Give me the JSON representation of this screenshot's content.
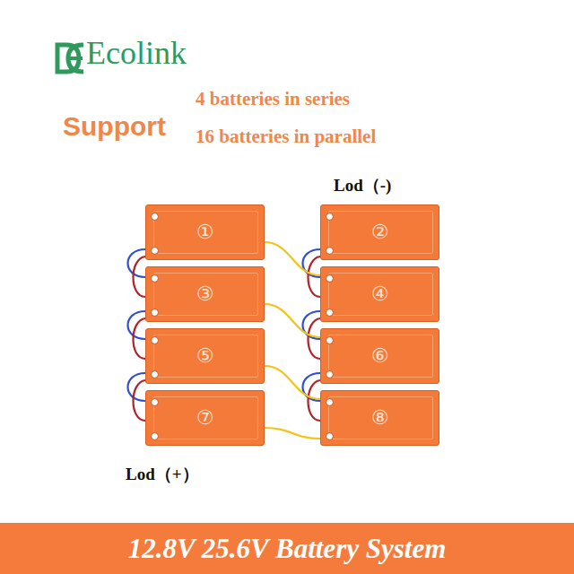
{
  "diagram": {
    "caption": "12.8V 25.6V Battery System",
    "nodes": [
      {
        "text": [
          "①"
        ]
      },
      {
        "text": [
          "②"
        ]
      },
      {
        "text": [
          "③"
        ]
      },
      {
        "text": [
          "④"
        ]
      },
      {
        "text": [
          "⑤"
        ]
      },
      {
        "text": [
          "⑥"
        ]
      },
      {
        "text": [
          "⑦"
        ]
      },
      {
        "text": [
          "⑧"
        ]
      }
    ],
    "edges": [
      {
        "from": 0,
        "to": 2,
        "arrow": "none"
      },
      {
        "from": 2,
        "to": 4,
        "arrow": "none"
      },
      {
        "from": 4,
        "to": 6,
        "arrow": "none"
      },
      {
        "from": 1,
        "to": 3,
        "arrow": "none"
      },
      {
        "from": 3,
        "to": 5,
        "arrow": "none"
      },
      {
        "from": 5,
        "to": 7,
        "arrow": "none"
      },
      {
        "from": 0,
        "to": 3,
        "arrow": "none"
      },
      {
        "from": 2,
        "to": 5,
        "arrow": "none"
      },
      {
        "from": 4,
        "to": 7,
        "arrow": "none"
      },
      {
        "from": 6,
        "to": 7,
        "arrow": "none"
      }
    ],
    "labels": [
      "Ecolink",
      "Support",
      "4 batteries in series",
      "16 batteries in parallel",
      "Lod（-)",
      "Lod（+）"
    ]
  }
}
